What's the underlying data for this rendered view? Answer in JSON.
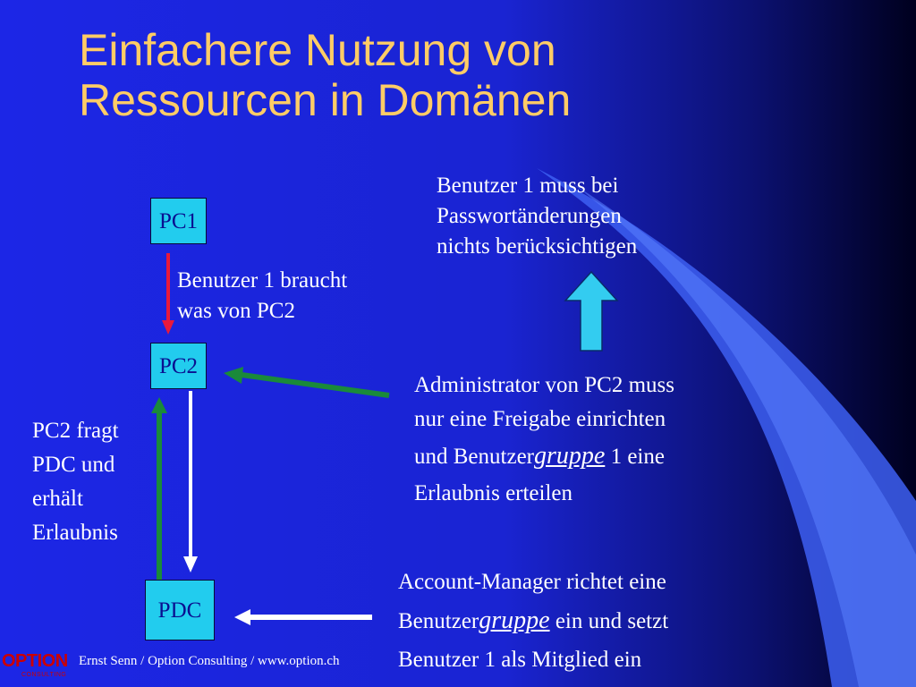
{
  "title_line1": "Einfachere Nutzung von",
  "title_line2": "Ressourcen in Domänen",
  "nodes": {
    "pc1": "PC1",
    "pc2": "PC2",
    "pdc": "PDC"
  },
  "notes": {
    "top_right": [
      "Benutzer 1 muss bei",
      "Passwortänderungen",
      "nichts berücksichtigen"
    ],
    "pc1_pc2": [
      "Benutzer 1 braucht",
      "was von PC2"
    ],
    "left": [
      "PC2 fragt",
      "PDC und",
      "erhält",
      "Erlaubnis"
    ],
    "admin": {
      "line1": "Administrator von PC2 muss",
      "line2": "nur eine Freigabe einrichten",
      "line3_pre": "und Benutzer",
      "line3_em": "gruppe",
      "line3_post": " 1 eine",
      "line4": "Erlaubnis erteilen"
    },
    "account": {
      "line1": "Account-Manager richtet eine",
      "line2_pre": "Benutzer",
      "line2_em": "gruppe",
      "line2_post": " ein und setzt",
      "line3": "Benutzer 1 als Mitglied ein"
    }
  },
  "footer": {
    "text": "Ernst Senn / Option Consulting / www.option.ch",
    "logo_mark": "OPTION",
    "logo_sub": "CONSULTING"
  },
  "colors": {
    "title": "#ffcc66",
    "box": "#22ccee",
    "arrow_red": "#e8193c",
    "arrow_green": "#1a8a3a",
    "arrow_white": "#ffffff",
    "arrow_cyan": "#33ccf0"
  }
}
